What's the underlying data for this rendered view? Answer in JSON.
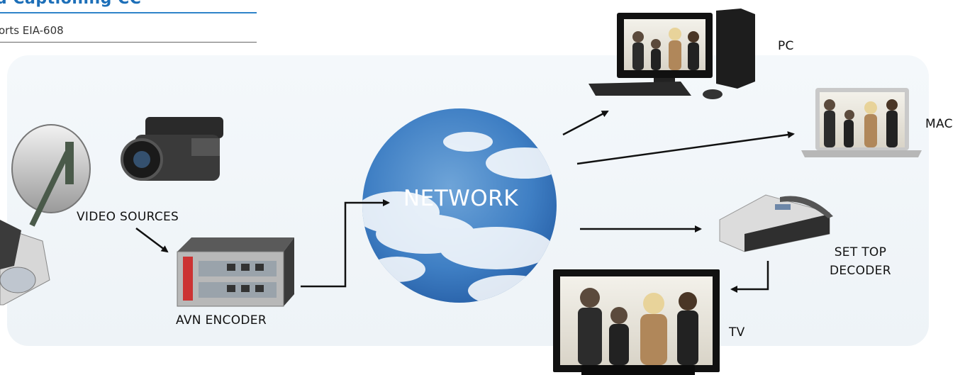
{
  "header": {
    "title": "d Captioning CC",
    "subtitle": "orts EIA-608"
  },
  "diagram": {
    "network_label": "NETWORK",
    "video_sources_label": "VIDEO SOURCES",
    "encoder_label": "AVN ENCODER",
    "pc_label": "PC",
    "mac_label": "MAC",
    "stb_label": "SET TOP\nDECODER",
    "tv_label": "TV"
  },
  "colors": {
    "title_blue": "#1d6fb8",
    "sky_blue": "#3f7fc4",
    "panel": "#eef3f7"
  }
}
